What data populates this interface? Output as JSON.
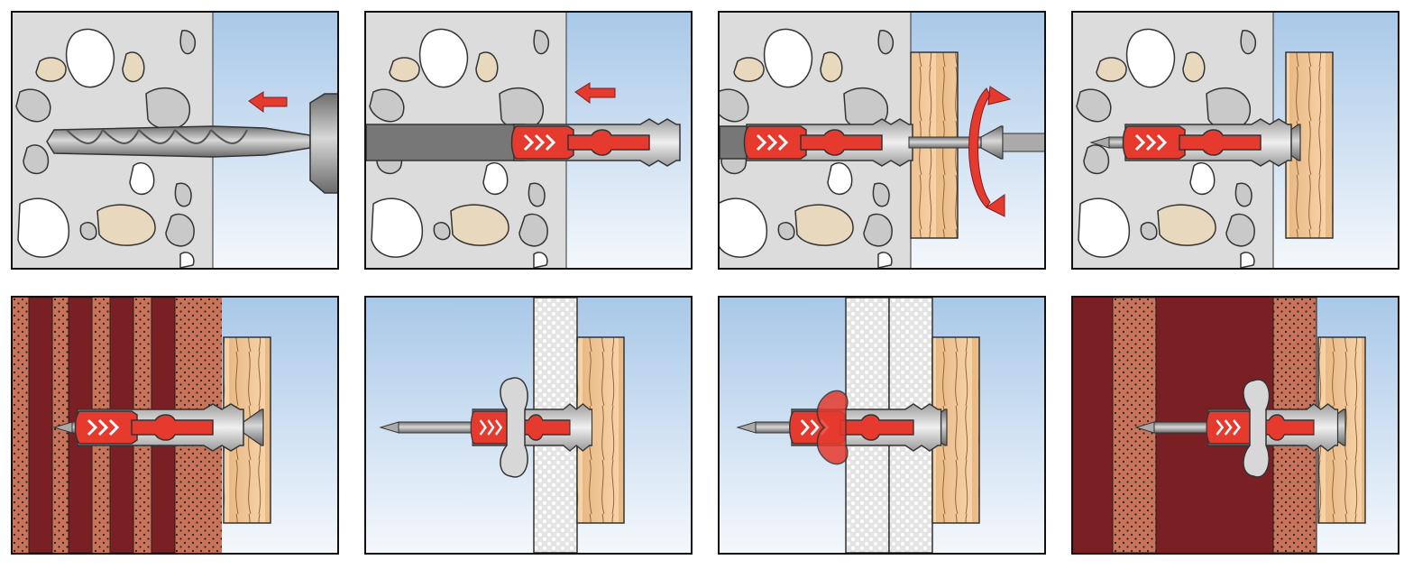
{
  "colors": {
    "concrete": "#dcdcdc",
    "stone_white": "#ffffff",
    "stone_grey": "#c9c9c9",
    "stone_tan": "#e8d8bd",
    "sky_top": "#a9c8e8",
    "sky_bottom": "#f4f8fc",
    "wood": "#f2c89a",
    "brick": "#c9745a",
    "brick_dark": "#7a1f24",
    "plug_red": "#e63a2e",
    "plug_grey": "#d7d7d7",
    "steel": "#9a9a9a",
    "board": "#e9e9e9"
  },
  "panels": [
    {
      "id": "1",
      "wall": "concrete",
      "step": "drill",
      "icons": [
        "drill-bit-icon",
        "arrow-left-icon"
      ]
    },
    {
      "id": "2",
      "wall": "concrete",
      "step": "insert-plug",
      "icons": [
        "dowel-plug-icon",
        "arrow-left-icon"
      ]
    },
    {
      "id": "3",
      "wall": "concrete",
      "step": "screw-in",
      "icons": [
        "screw-icon",
        "rotation-arrow-icon"
      ]
    },
    {
      "id": "4",
      "wall": "concrete",
      "step": "fixed",
      "icons": [
        "screw-icon",
        "dowel-plug-icon"
      ]
    },
    {
      "id": "5",
      "wall": "perforated-brick",
      "step": "fixed",
      "icons": [
        "screw-icon",
        "dowel-plug-icon"
      ]
    },
    {
      "id": "6",
      "wall": "plasterboard",
      "step": "fixed",
      "icons": [
        "screw-icon",
        "dowel-plug-icon"
      ]
    },
    {
      "id": "7",
      "wall": "double-plasterboard",
      "step": "fixed",
      "icons": [
        "screw-icon",
        "dowel-plug-icon"
      ]
    },
    {
      "id": "8",
      "wall": "hollow-brick",
      "step": "fixed",
      "icons": [
        "screw-icon",
        "dowel-plug-icon"
      ]
    }
  ]
}
